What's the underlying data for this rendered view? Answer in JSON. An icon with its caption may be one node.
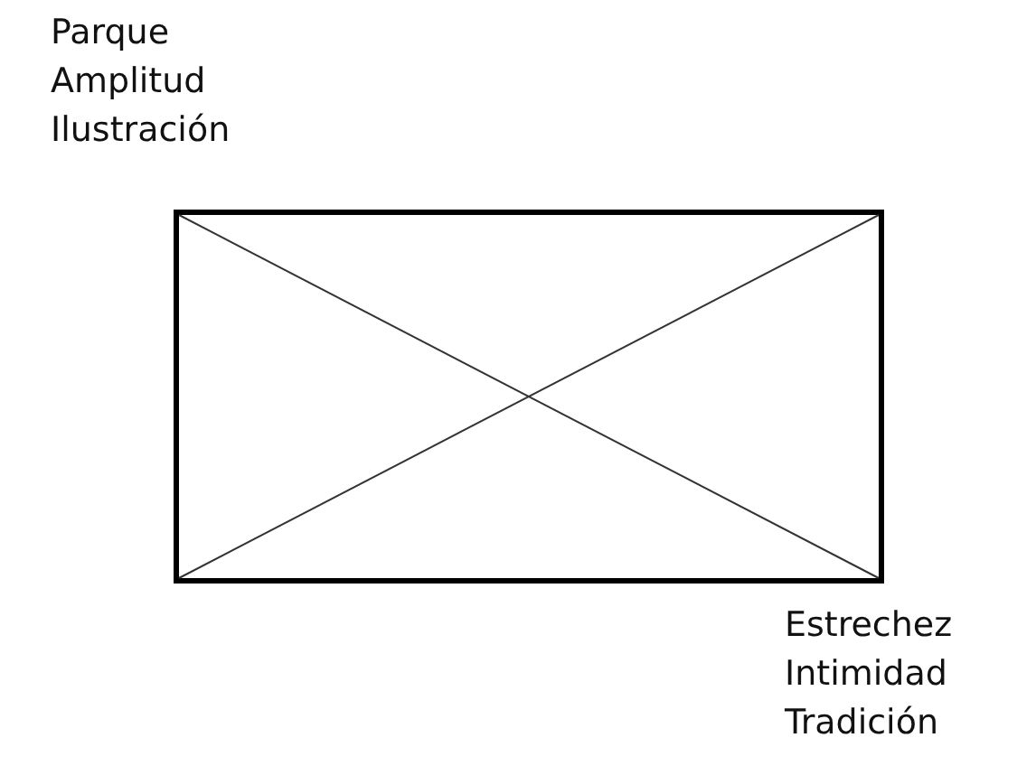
{
  "diagram": {
    "labels": [
      "Parque",
      "Amplitud",
      "Ilustración",
      "Estrechez",
      "Intimidad",
      "Tradición"
    ]
  }
}
